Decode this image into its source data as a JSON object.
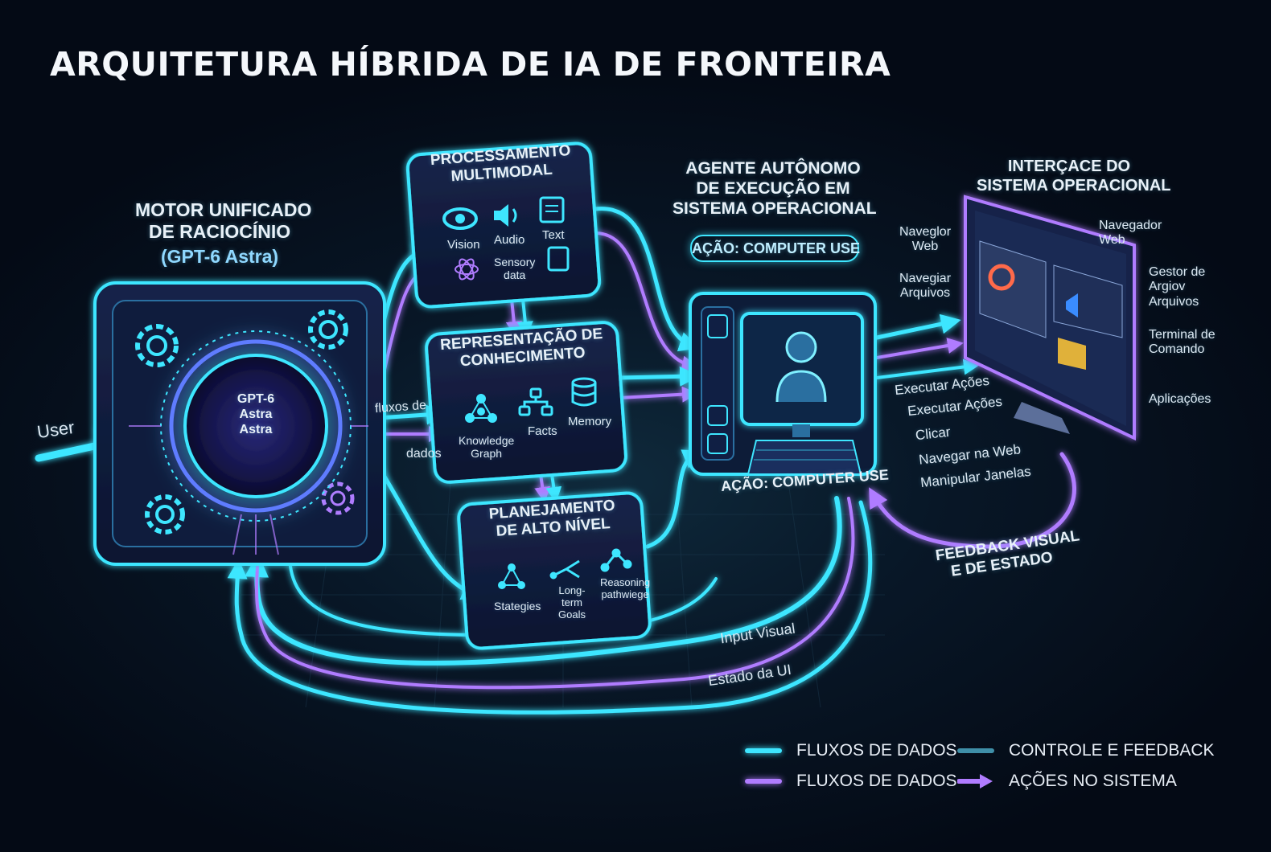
{
  "title": "ARQUITETURA HÍBRIDA DE IA DE FRONTEIRA",
  "colors": {
    "cyan": "#3ee6ff",
    "violet": "#b07cff",
    "teal": "#3f8fa8",
    "background": "#040b17"
  },
  "input_label": "User",
  "engine": {
    "title": "MOTOR UNIFICADO\nDE RACIOCÍNIO",
    "subtitle": "(GPT-6 Astra)",
    "core_label": "GPT-6\nAstra\nAstra"
  },
  "flow_labels": {
    "top": "fluxos de",
    "bottom": "dados"
  },
  "multimodal": {
    "title": "PROCESSAMENTO\nMULTIMODAL",
    "items": [
      {
        "label": "Vision",
        "icon": "eye-icon"
      },
      {
        "label": "Audio",
        "icon": "speaker-icon"
      },
      {
        "label": "Text",
        "icon": "text-document-icon"
      },
      {
        "label": "Sensory\ndata",
        "icon": "sensor-document-icon"
      }
    ]
  },
  "knowledge": {
    "title": "REPRESENTAÇÃO DE\nCONHECIMENTO",
    "items": [
      {
        "label": "Knowledge\nGraph",
        "icon": "network-graph-icon"
      },
      {
        "label": "Facts",
        "icon": "tree-icon"
      },
      {
        "label": "Memory",
        "icon": "database-icon"
      }
    ]
  },
  "planning": {
    "title": "PLANEJAMENTO\nDE ALTO NÍVEL",
    "items": [
      {
        "label": "Stategies",
        "icon": "network-graph-icon"
      },
      {
        "label": "Long-\nterm\nGoals",
        "icon": "branch-arrows-icon"
      },
      {
        "label": "Reasoning\npathwiege",
        "icon": "path-nodes-icon"
      }
    ]
  },
  "agent": {
    "title": "AGENTE AUTÔNOMO\nDE EXECUÇÃO EM\nSISTEMA OPERACIONAL",
    "badge": "AÇÃO: COMPUTER USE",
    "screen_label": "AÇÃO: COMPUTER USE",
    "actions": [
      "Executar Ações",
      "Executar Ações",
      "Clicar",
      "Navegar na Web",
      "Manipular Janelas"
    ]
  },
  "os": {
    "title": "INTERÇACE DO\nSISTEMA OPERACIONAL",
    "labels_left": [
      "Naveglor\nWeb",
      "Navegiar\nArquivos"
    ],
    "labels_right": [
      "Navegador\nWeb",
      "Gestor de\nArgiov\nArquivos",
      "Terminal de\nComando",
      "Aplicações"
    ]
  },
  "feedback": {
    "title": "FEEDBACK VISUAL\nE DE ESTADO",
    "input_visual": "Input Visual",
    "estado_ui": "Estado da UI"
  },
  "legend": [
    {
      "label": "FLUXOS DE DADOS",
      "color": "#3ee6ff",
      "kind": "line"
    },
    {
      "label": "CONTROLE E FEEDBACK",
      "color": "#3f8fa8",
      "kind": "line"
    },
    {
      "label": "FLUXOS DE DADOS",
      "color": "#b07cff",
      "kind": "line"
    },
    {
      "label": "AÇÕES NO SISTEMA",
      "color": "#b07cff",
      "kind": "arrow"
    }
  ]
}
